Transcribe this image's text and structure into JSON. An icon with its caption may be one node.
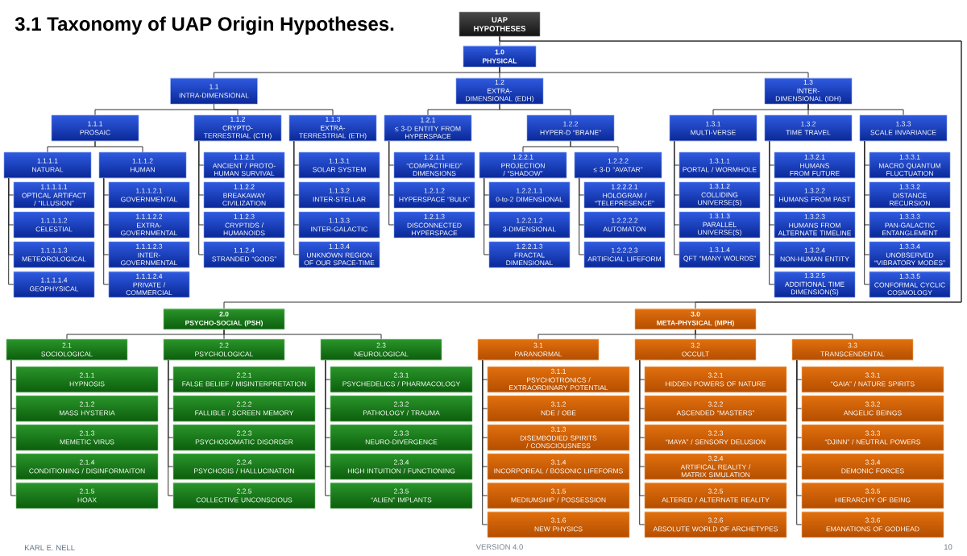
{
  "diagram": {
    "title": "3.1 Taxonomy of UAP Origin Hypotheses.",
    "nodes": [
      {
        "text": [
          "UAP HYPOTHESES"
        ]
      },
      {
        "text": [
          "1.0",
          "PHYSICAL"
        ]
      },
      {
        "text": [
          "2.0",
          "PSYCHO-SOCIAL (PSH)"
        ]
      },
      {
        "text": [
          "3.0",
          "META-PHYSICAL (MPH)"
        ]
      },
      {
        "text": [
          "1.1",
          "INTRA-DIMENSIONAL"
        ]
      },
      {
        "text": [
          "1.2",
          "EXTRA-DIMENSIONAL (EDH)"
        ]
      },
      {
        "text": [
          "1.3",
          "INTER-DIMENSIONAL (IDH)"
        ]
      },
      {
        "text": [
          "1.1.1",
          "PROSAIC"
        ]
      },
      {
        "text": [
          "1.1.2",
          "CRYPTO-TERRESTRIAL (CTH)"
        ]
      },
      {
        "text": [
          "1.1.3",
          "EXTRA-TERRESTRIAL (ETH)"
        ]
      },
      {
        "text": [
          "1.1.1.1",
          "NATURAL"
        ]
      },
      {
        "text": [
          "1.1.1.2",
          "HUMAN"
        ]
      },
      {
        "text": [
          "1.1.1.1.1",
          "OPTICAL ARTIFACT / “ILLUSION”"
        ]
      },
      {
        "text": [
          "1.1.1.1.2",
          "CELESTIAL"
        ]
      },
      {
        "text": [
          "1.1.1.1.3",
          "METEOROLOGICAL"
        ]
      },
      {
        "text": [
          "1.1.1.1.4",
          "GEOPHYSICAL"
        ]
      },
      {
        "text": [
          "1.1.1.2.1",
          "GOVERNMENTAL"
        ]
      },
      {
        "text": [
          "1.1.1.2.2",
          "EXTRA- GOVERNMENTAL"
        ]
      },
      {
        "text": [
          "1.1.1.2.3",
          "INTER- GOVERNMENTAL"
        ]
      },
      {
        "text": [
          "1.1.1.2.4",
          "PRIVATE / COMMERCIAL"
        ]
      },
      {
        "text": [
          "1.1.2.1",
          "ANCIENT / PROTO- HUMAN SURVIVAL"
        ]
      },
      {
        "text": [
          "1.1.2.2",
          "BREAKAWAY CIVILIZATION"
        ]
      },
      {
        "text": [
          "1.1.2.3",
          "CRYPTIDS / HUMANOIDS"
        ]
      },
      {
        "text": [
          "1.1.2.4",
          "STRANDED “GODS”"
        ]
      },
      {
        "text": [
          "1.1.3.1",
          "SOLAR SYSTEM"
        ]
      },
      {
        "text": [
          "1.1.3.2",
          "INTER-STELLAR"
        ]
      },
      {
        "text": [
          "1.1.3.3",
          "INTER-GALACTIC"
        ]
      },
      {
        "text": [
          "1.1.3.4",
          "UNKNOWN REGION OF OUR SPACE-TIME"
        ]
      },
      {
        "text": [
          "1.2.1",
          "≤ 3-D ENTITY FROM HYPERSPACE"
        ]
      },
      {
        "text": [
          "1.2.2",
          "HYPER-D “BRANE”"
        ]
      },
      {
        "text": [
          "1.2.1.1",
          "“COMPACTIFIED” DIMENSIONS"
        ]
      },
      {
        "text": [
          "1.2.1.2",
          "HYPERSPACE “BULK”"
        ]
      },
      {
        "text": [
          "1.2.1.3",
          "DISCONNECTED HYPERSPACE"
        ]
      },
      {
        "text": [
          "1.2.2.1",
          "PROJECTION / “SHADOW”"
        ]
      },
      {
        "text": [
          "1.2.2.2",
          "≤ 3-D “AVATAR”"
        ]
      },
      {
        "text": [
          "1.2.2.1.1",
          "0-to-2 DIMENSIONAL"
        ]
      },
      {
        "text": [
          "1.2.2.1.2",
          "3-DIMENSIONAL"
        ]
      },
      {
        "text": [
          "1.2.2.1.3",
          "FRACTAL DIMENSIONAL"
        ]
      },
      {
        "text": [
          "1.2.2.2.1",
          "HOLOGRAM / “TELEPRESENCE”"
        ]
      },
      {
        "text": [
          "1.2.2.2.2",
          "AUTOMATON"
        ]
      },
      {
        "text": [
          "1.2.2.2.3",
          "ARTIFICIAL LIFEFORM"
        ]
      },
      {
        "text": [
          "1.3.1",
          "MULTI-VERSE"
        ]
      },
      {
        "text": [
          "1.3.2",
          "TIME TRAVEL"
        ]
      },
      {
        "text": [
          "1.3.3",
          "SCALE INVARIANCE"
        ]
      },
      {
        "text": [
          "1.3.1.1",
          "PORTAL / WORMHOLE"
        ]
      },
      {
        "text": [
          "1.3.1.2",
          "COLLIDING UNIVERSE(S)"
        ]
      },
      {
        "text": [
          "1.3.1.3",
          "PARALLEL UNIVERSE(S)"
        ]
      },
      {
        "text": [
          "1.3.1.4",
          "QFT “MANY WOLRDS”"
        ]
      },
      {
        "text": [
          "1.3.2.1",
          "HUMANS FROM FUTURE"
        ]
      },
      {
        "text": [
          "1.3.2.2",
          "HUMANS FROM PAST"
        ]
      },
      {
        "text": [
          "1.3.2.3",
          "HUMANS FROM ALTERNATE TIMELINE"
        ]
      },
      {
        "text": [
          "1.3.2.4",
          "NON-HUMAN ENTITY"
        ]
      },
      {
        "text": [
          "1.3.2.5",
          "ADDITIONAL TIME DIMENSION(S)"
        ]
      },
      {
        "text": [
          "1.3.3.1",
          "MACRO QUANTUM FLUCTUATION"
        ]
      },
      {
        "text": [
          "1.3.3.2",
          "DISTANCE RECURSION"
        ]
      },
      {
        "text": [
          "1.3.3.3",
          "PAN-GALACTIC ENTANGLEMENT"
        ]
      },
      {
        "text": [
          "1.3.3.4",
          "UNOBSERVED “VIBRATORY MODES”"
        ]
      },
      {
        "text": [
          "1.3.3.5",
          "CONFORMAL CYCLIC COSMOLOGY"
        ]
      },
      {
        "text": [
          "2.1",
          "SOCIOLOGICAL"
        ]
      },
      {
        "text": [
          "2.2",
          "PSYCHOLOGICAL"
        ]
      },
      {
        "text": [
          "2.3",
          "NEUROLOGICAL"
        ]
      },
      {
        "text": [
          "2.1.1",
          "HYPNOSIS"
        ]
      },
      {
        "text": [
          "2.1.2",
          "MASS HYSTERIA"
        ]
      },
      {
        "text": [
          "2.1.3",
          "MEMETIC VIRUS"
        ]
      },
      {
        "text": [
          "2.1.4",
          "CONDITIONING / DISINFORMAITON"
        ]
      },
      {
        "text": [
          "2.1.5",
          "HOAX"
        ]
      },
      {
        "text": [
          "2.2.1",
          "FALSE BELIEF / MISINTERPRETATION"
        ]
      },
      {
        "text": [
          "2.2.2",
          "FALLIBLE / SCREEN MEMORY"
        ]
      },
      {
        "text": [
          "2.2.3",
          "PSYCHOSOMATIC DISORDER"
        ]
      },
      {
        "text": [
          "2.2.4",
          "PSYCHOSIS / HALLUCINATION"
        ]
      },
      {
        "text": [
          "2.2.5",
          "COLLECTIVE UNCONSCIOUS"
        ]
      },
      {
        "text": [
          "2.3.1",
          "PSYCHEDELICS / PHARMACOLOGY"
        ]
      },
      {
        "text": [
          "2.3.2",
          "PATHOLOGY / TRAUMA"
        ]
      },
      {
        "text": [
          "2.3.3",
          "NEURO-DIVERGENCE"
        ]
      },
      {
        "text": [
          "2.3.4",
          "HIGH INTUITION / FUNCTIONING"
        ]
      },
      {
        "text": [
          "2.3.5",
          "“ALIEN” IMPLANTS"
        ]
      },
      {
        "text": [
          "3.1",
          "PARANORMAL"
        ]
      },
      {
        "text": [
          "3.2",
          "OCCULT"
        ]
      },
      {
        "text": [
          "3.3",
          "TRANSCENDENTAL"
        ]
      },
      {
        "text": [
          "3.1.1",
          "PSYCHOTRONICS / EXTRAORDINARY POTENTIAL"
        ]
      },
      {
        "text": [
          "3.1.2",
          "NDE / OBE"
        ]
      },
      {
        "text": [
          "3.1.3",
          "DISEMBODIED SPIRITS / CONSCIOUSNESS"
        ]
      },
      {
        "text": [
          "3.1.4",
          "INCORPOREAL / BOSONIC LIFEFORMS"
        ]
      },
      {
        "text": [
          "3.1.5",
          "MEDIUMSHIP / POSSESSION"
        ]
      },
      {
        "text": [
          "3.1.6",
          "NEW PHYSICS"
        ]
      },
      {
        "text": [
          "3.2.1",
          "HIDDEN POWERS OF NATURE"
        ]
      },
      {
        "text": [
          "3.2.2",
          "ASCENDED “MASTERS”"
        ]
      },
      {
        "text": [
          "3.2.3",
          "“MAYA” / SENSORY DELUSION"
        ]
      },
      {
        "text": [
          "3.2.4",
          "ARTIFICAL REALITY / MATRIX SIMULATION"
        ]
      },
      {
        "text": [
          "3.2.5",
          "ALTERED / ALTERNATE REALITY"
        ]
      },
      {
        "text": [
          "3.2.6",
          "ABSOLUTE WORLD OF ARCHETYPES"
        ]
      },
      {
        "text": [
          "3.3.1",
          "“GAIA” / NATURE SPIRITS"
        ]
      },
      {
        "text": [
          "3.3.2",
          "ANGELIC BEINGS"
        ]
      },
      {
        "text": [
          "3.3.3",
          "“DJINN” / NEUTRAL POWERS"
        ]
      },
      {
        "text": [
          "3.3.4",
          "DEMONIC FORCES"
        ]
      },
      {
        "text": [
          "3.3.5",
          "HIERARCHY OF BEING"
        ]
      },
      {
        "text": [
          "3.3.6",
          "EMANATIONS OF GODHEAD"
        ]
      }
    ],
    "edges": [
      {
        "from": 0,
        "to": 1,
        "arrow": "none"
      },
      {
        "from": 0,
        "to": 2,
        "arrow": "none"
      },
      {
        "from": 0,
        "to": 3,
        "arrow": "none"
      },
      {
        "from": 1,
        "to": 4,
        "arrow": "none"
      },
      {
        "from": 1,
        "to": 5,
        "arrow": "none"
      },
      {
        "from": 1,
        "to": 6,
        "arrow": "none"
      },
      {
        "from": 4,
        "to": 7,
        "arrow": "none"
      },
      {
        "from": 4,
        "to": 8,
        "arrow": "none"
      },
      {
        "from": 4,
        "to": 9,
        "arrow": "none"
      },
      {
        "from": 7,
        "to": 10,
        "arrow": "none"
      },
      {
        "from": 7,
        "to": 11,
        "arrow": "none"
      },
      {
        "from": 10,
        "to": 12,
        "arrow": "none"
      },
      {
        "from": 10,
        "to": 13,
        "arrow": "none"
      },
      {
        "from": 10,
        "to": 14,
        "arrow": "none"
      },
      {
        "from": 10,
        "to": 15,
        "arrow": "none"
      },
      {
        "from": 11,
        "to": 16,
        "arrow": "none"
      },
      {
        "from": 11,
        "to": 17,
        "arrow": "none"
      },
      {
        "from": 11,
        "to": 18,
        "arrow": "none"
      },
      {
        "from": 11,
        "to": 19,
        "arrow": "none"
      },
      {
        "from": 8,
        "to": 20,
        "arrow": "none"
      },
      {
        "from": 8,
        "to": 21,
        "arrow": "none"
      },
      {
        "from": 8,
        "to": 22,
        "arrow": "none"
      },
      {
        "from": 8,
        "to": 23,
        "arrow": "none"
      },
      {
        "from": 9,
        "to": 24,
        "arrow": "none"
      },
      {
        "from": 9,
        "to": 25,
        "arrow": "none"
      },
      {
        "from": 9,
        "to": 26,
        "arrow": "none"
      },
      {
        "from": 9,
        "to": 27,
        "arrow": "none"
      },
      {
        "from": 5,
        "to": 28,
        "arrow": "none"
      },
      {
        "from": 5,
        "to": 29,
        "arrow": "none"
      },
      {
        "from": 28,
        "to": 30,
        "arrow": "none"
      },
      {
        "from": 28,
        "to": 31,
        "arrow": "none"
      },
      {
        "from": 28,
        "to": 32,
        "arrow": "none"
      },
      {
        "from": 29,
        "to": 33,
        "arrow": "none"
      },
      {
        "from": 29,
        "to": 34,
        "arrow": "none"
      },
      {
        "from": 33,
        "to": 35,
        "arrow": "none"
      },
      {
        "from": 33,
        "to": 36,
        "arrow": "none"
      },
      {
        "from": 33,
        "to": 37,
        "arrow": "none"
      },
      {
        "from": 34,
        "to": 38,
        "arrow": "none"
      },
      {
        "from": 34,
        "to": 39,
        "arrow": "none"
      },
      {
        "from": 34,
        "to": 40,
        "arrow": "none"
      },
      {
        "from": 6,
        "to": 41,
        "arrow": "none"
      },
      {
        "from": 6,
        "to": 42,
        "arrow": "none"
      },
      {
        "from": 6,
        "to": 43,
        "arrow": "none"
      },
      {
        "from": 41,
        "to": 44,
        "arrow": "none"
      },
      {
        "from": 41,
        "to": 45,
        "arrow": "none"
      },
      {
        "from": 41,
        "to": 46,
        "arrow": "none"
      },
      {
        "from": 41,
        "to": 47,
        "arrow": "none"
      },
      {
        "from": 42,
        "to": 48,
        "arrow": "none"
      },
      {
        "from": 42,
        "to": 49,
        "arrow": "none"
      },
      {
        "from": 42,
        "to": 50,
        "arrow": "none"
      },
      {
        "from": 42,
        "to": 51,
        "arrow": "none"
      },
      {
        "from": 42,
        "to": 52,
        "arrow": "none"
      },
      {
        "from": 43,
        "to": 53,
        "arrow": "none"
      },
      {
        "from": 43,
        "to": 54,
        "arrow": "none"
      },
      {
        "from": 43,
        "to": 55,
        "arrow": "none"
      },
      {
        "from": 43,
        "to": 56,
        "arrow": "none"
      },
      {
        "from": 43,
        "to": 57,
        "arrow": "none"
      },
      {
        "from": 2,
        "to": 58,
        "arrow": "none"
      },
      {
        "from": 2,
        "to": 59,
        "arrow": "none"
      },
      {
        "from": 2,
        "to": 60,
        "arrow": "none"
      },
      {
        "from": 58,
        "to": 61,
        "arrow": "none"
      },
      {
        "from": 58,
        "to": 62,
        "arrow": "none"
      },
      {
        "from": 58,
        "to": 63,
        "arrow": "none"
      },
      {
        "from": 58,
        "to": 64,
        "arrow": "none"
      },
      {
        "from": 58,
        "to": 65,
        "arrow": "none"
      },
      {
        "from": 59,
        "to": 66,
        "arrow": "none"
      },
      {
        "from": 59,
        "to": 67,
        "arrow": "none"
      },
      {
        "from": 59,
        "to": 68,
        "arrow": "none"
      },
      {
        "from": 59,
        "to": 69,
        "arrow": "none"
      },
      {
        "from": 59,
        "to": 70,
        "arrow": "none"
      },
      {
        "from": 60,
        "to": 71,
        "arrow": "none"
      },
      {
        "from": 60,
        "to": 72,
        "arrow": "none"
      },
      {
        "from": 60,
        "to": 73,
        "arrow": "none"
      },
      {
        "from": 60,
        "to": 74,
        "arrow": "none"
      },
      {
        "from": 60,
        "to": 75,
        "arrow": "none"
      },
      {
        "from": 3,
        "to": 76,
        "arrow": "none"
      },
      {
        "from": 3,
        "to": 77,
        "arrow": "none"
      },
      {
        "from": 3,
        "to": 78,
        "arrow": "none"
      },
      {
        "from": 76,
        "to": 79,
        "arrow": "none"
      },
      {
        "from": 76,
        "to": 80,
        "arrow": "none"
      },
      {
        "from": 76,
        "to": 81,
        "arrow": "none"
      },
      {
        "from": 76,
        "to": 82,
        "arrow": "none"
      },
      {
        "from": 76,
        "to": 83,
        "arrow": "none"
      },
      {
        "from": 76,
        "to": 84,
        "arrow": "none"
      },
      {
        "from": 77,
        "to": 85,
        "arrow": "none"
      },
      {
        "from": 77,
        "to": 86,
        "arrow": "none"
      },
      {
        "from": 77,
        "to": 87,
        "arrow": "none"
      },
      {
        "from": 77,
        "to": 88,
        "arrow": "none"
      },
      {
        "from": 77,
        "to": 89,
        "arrow": "none"
      },
      {
        "from": 77,
        "to": 90,
        "arrow": "none"
      },
      {
        "from": 78,
        "to": 91,
        "arrow": "none"
      },
      {
        "from": 78,
        "to": 92,
        "arrow": "none"
      },
      {
        "from": 78,
        "to": 93,
        "arrow": "none"
      },
      {
        "from": 78,
        "to": 94,
        "arrow": "none"
      },
      {
        "from": 78,
        "to": 95,
        "arrow": "none"
      },
      {
        "from": 78,
        "to": 96,
        "arrow": "none"
      }
    ],
    "labels": [
      "KARL E. NELL",
      "VERSION 4.0",
      "10"
    ]
  }
}
